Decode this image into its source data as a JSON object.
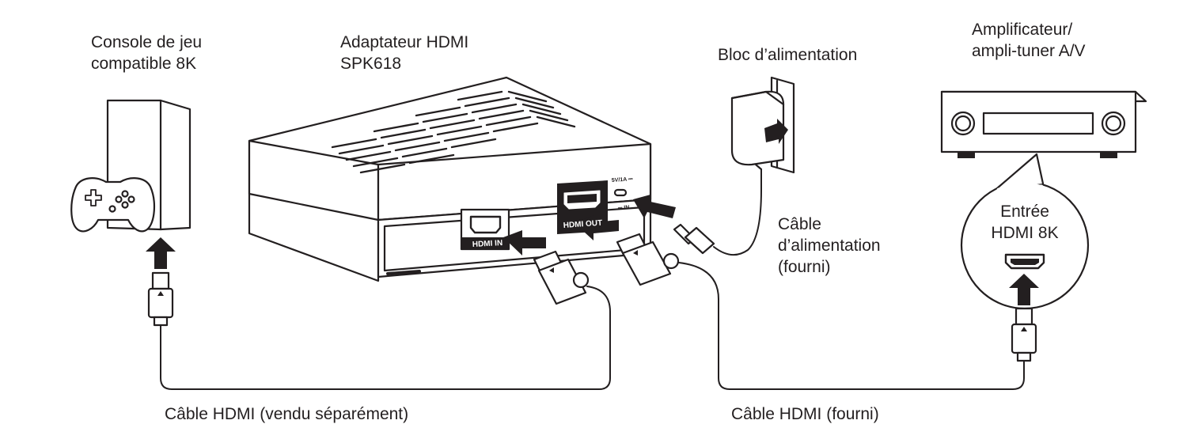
{
  "labels": {
    "console": [
      "Console de jeu",
      "compatible 8K"
    ],
    "adapter": [
      "Adaptateur HDMI",
      "SPK618"
    ],
    "power_block": "Bloc d’alimentation",
    "amplifier": [
      "Amplificateur/",
      "ampli-tuner A/V"
    ],
    "power_cable": [
      "Câble",
      "d’alimentation",
      "(fourni)"
    ],
    "hdmi_input": [
      "Entrée",
      "HDMI 8K"
    ],
    "cable_sold_separately": "Câble HDMI (vendu séparément)",
    "cable_supplied": "Câble HDMI (fourni)"
  },
  "ports": {
    "hdmi_in": "HDMI IN",
    "hdmi_out": "HDMI OUT",
    "power_rating": "5V/1A ⎓",
    "power_in": "⎓ IN"
  },
  "colors": {
    "line": "#231f20",
    "fill": "#ffffff",
    "panel": "#231f20"
  },
  "icons": [
    "game-console-icon",
    "gamepad-icon",
    "adapter-box-icon",
    "power-adapter-icon",
    "wall-outlet-icon",
    "av-receiver-icon",
    "hdmi-plug-icon",
    "usb-plug-icon",
    "arrow-up-icon",
    "arrow-left-icon"
  ]
}
